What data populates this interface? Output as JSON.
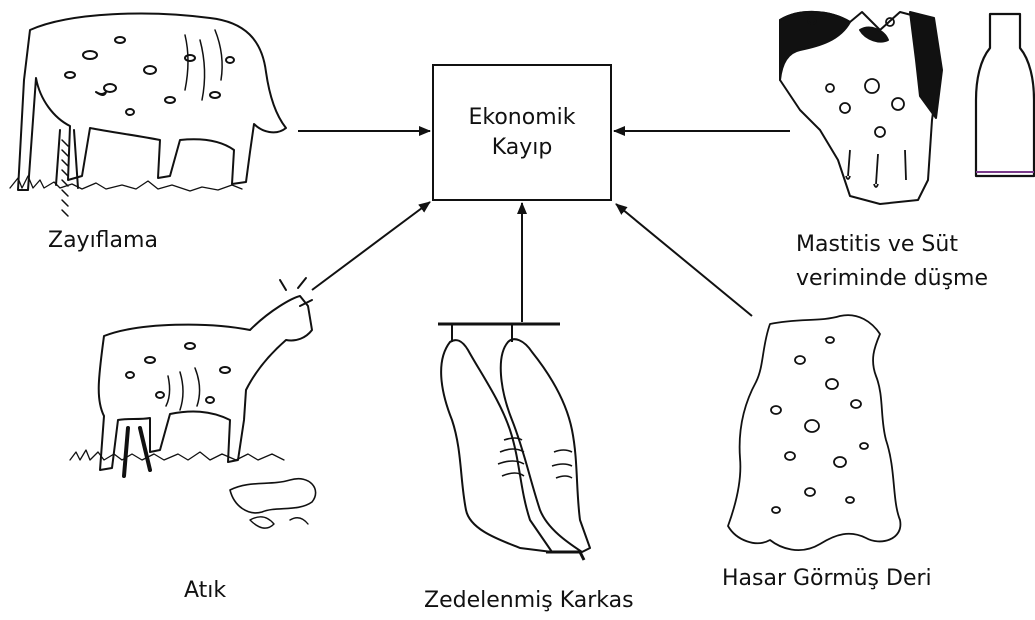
{
  "center": {
    "line1": "Ekonomik",
    "line2": "Kayıp"
  },
  "labels": {
    "weight_loss": "Zayıflama",
    "mastitis_line1": "Mastitis ve Süt",
    "mastitis_line2": "veriminde düşme",
    "abortion": "Atık",
    "carcass": "Zedelenmiş Karkas",
    "hide": "Hasar Görmüş Deri"
  },
  "colors": {
    "ink": "#111111",
    "background": "#ffffff"
  },
  "icons": [
    "thin-cow-icon",
    "udder-and-milk-bottle-icon",
    "aborting-cow-icon",
    "hanging-carcass-icon",
    "damaged-hide-icon"
  ]
}
